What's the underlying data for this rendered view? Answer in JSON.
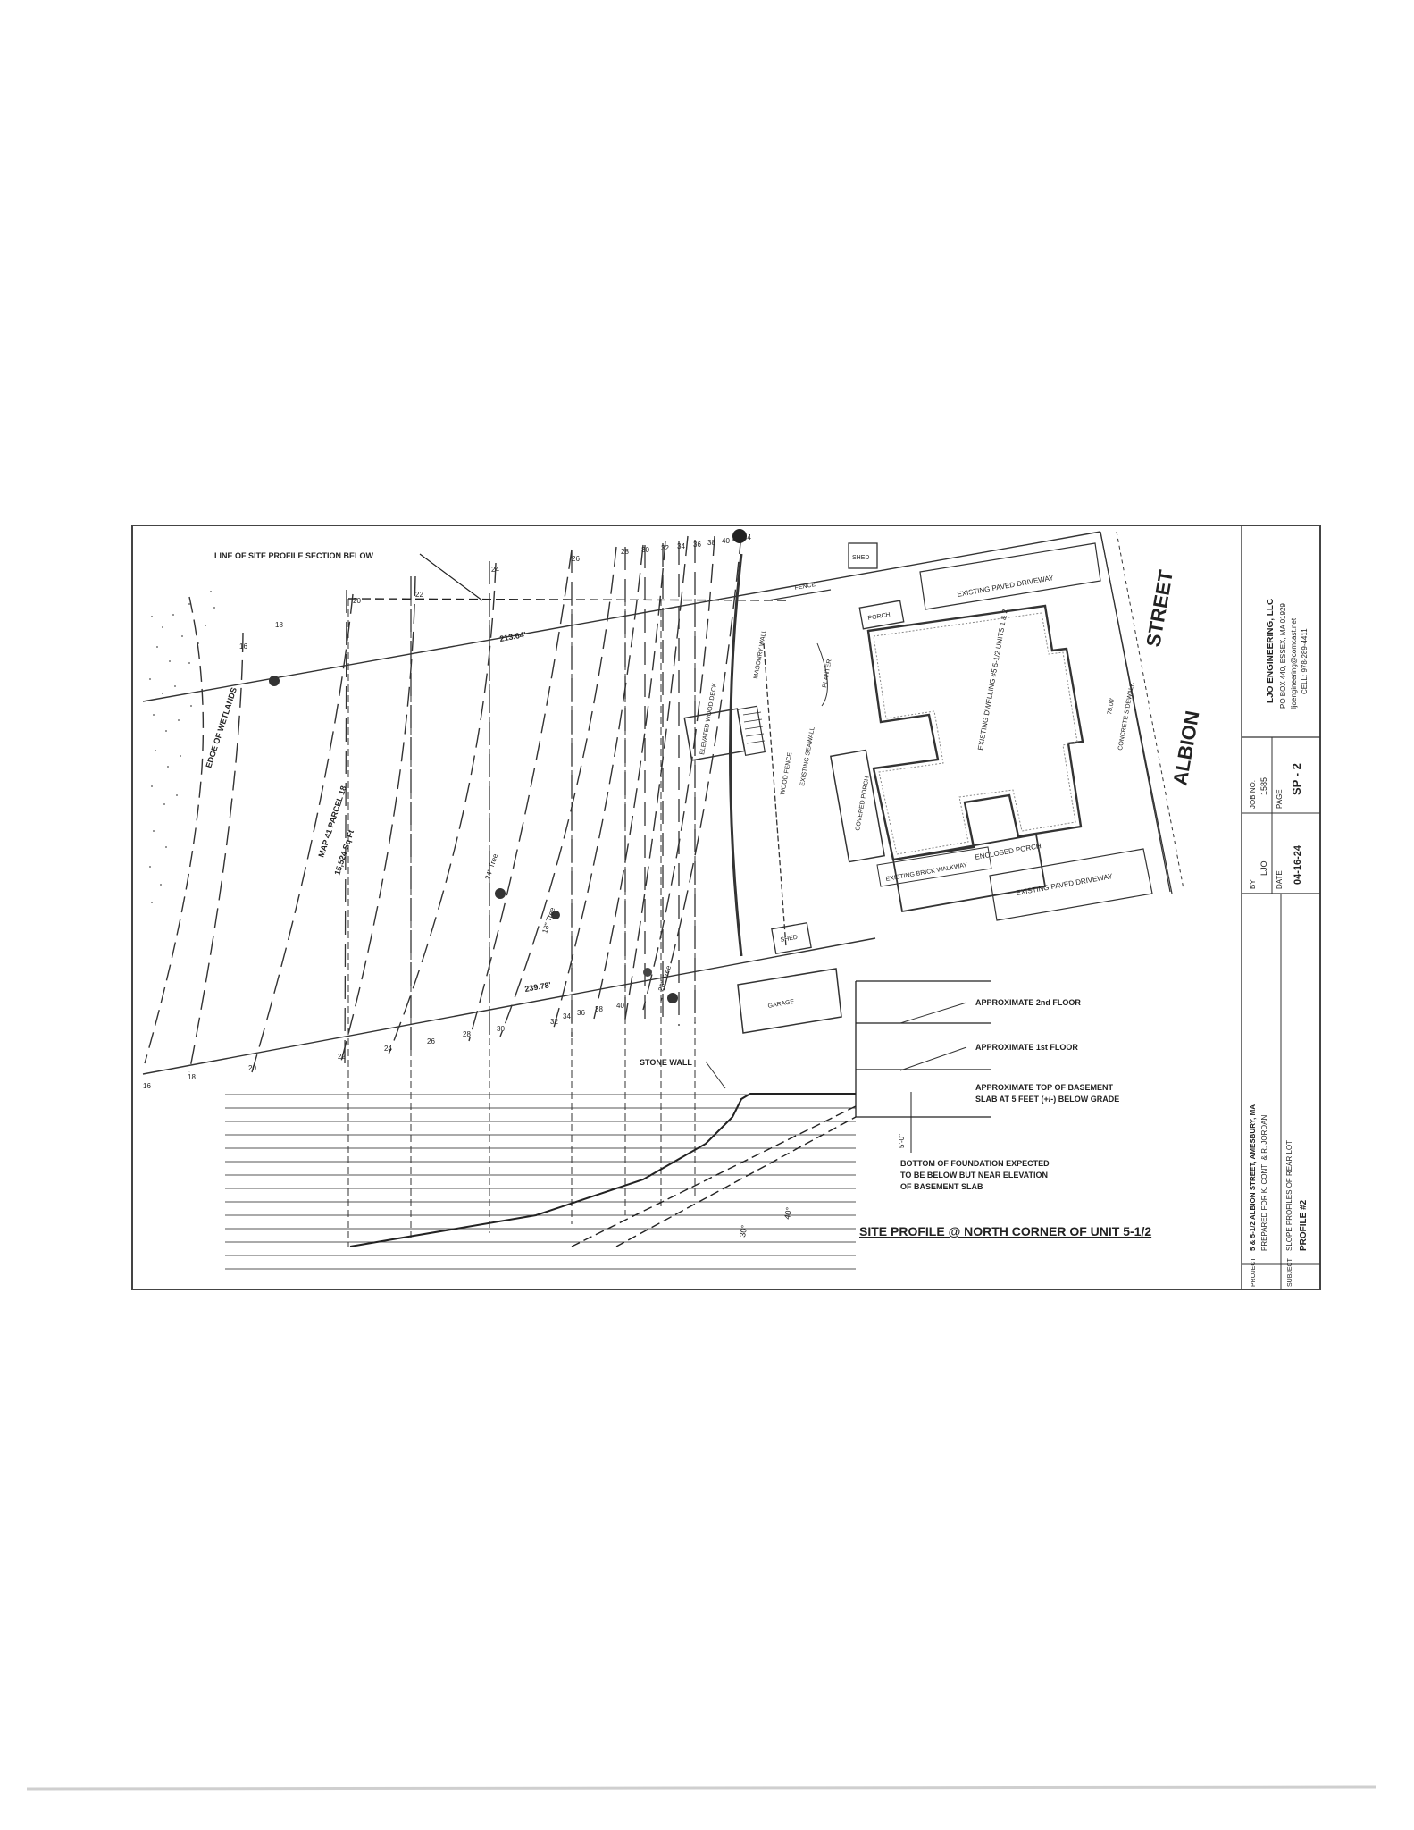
{
  "plan": {
    "section_line_label": "LINE OF SITE PROFILE SECTION BELOW",
    "street_name_1": "ALBION",
    "street_name_2": "STREET",
    "bearing_top": "213.64'",
    "bearing_bottom": "239.78'",
    "labels": {
      "existing_paved_driveway_top": "EXISTING PAVED DRIVEWAY",
      "existing_paved_driveway_bottom": "EXISTING PAVED DRIVEWAY",
      "porch": "PORCH",
      "enclosed_porch": "ENCLOSED PORCH",
      "covered_porch": "COVERED PORCH",
      "existing_dwelling": "EXISTING DWELLING #5 5-1/2 UNITS 1 & 2",
      "existing_brick_walkway": "EXISTING BRICK WALKWAY",
      "concrete_sidewalk": "CONCRETE SIDEWALK",
      "shed_top": "SHED",
      "shed_mid": "SHED",
      "garage": "GARAGE",
      "fence": "FENCE",
      "masonry_wall": "MASONRY WALL",
      "planter": "PLANTER",
      "existing_deck": "ELEVATED WOOD DECK",
      "wood_fence": "WOOD FENCE",
      "existing_seawall": "EXISTING SEAWALL",
      "wetlands": "EDGE OF WETLANDS",
      "map_parcel": "MAP 41 PARCEL 18",
      "area": "15,524 Sq Ft",
      "tree1": "24\" Tree",
      "tree2": "18\" Tree",
      "tree3": "28\" Tree",
      "stone_wall": "STONE WALL",
      "dim_78": "78.00'"
    },
    "contours_top": [
      "16",
      "18",
      "20",
      "22",
      "24",
      "26",
      "28",
      "30",
      "32",
      "34",
      "36",
      "38",
      "40",
      "42",
      "44"
    ],
    "contours_bottom": [
      "16",
      "18",
      "20",
      "22",
      "24",
      "26",
      "28",
      "30",
      "32",
      "34",
      "36",
      "38",
      "40"
    ]
  },
  "profile": {
    "note_2nd_floor": "APPROXIMATE 2nd FLOOR",
    "note_1st_floor": "APPROXIMATE 1st FLOOR",
    "note_basement_1": "APPROXIMATE TOP OF BASEMENT",
    "note_basement_2": "SLAB AT 5 FEET (+/-) BELOW GRADE",
    "note_foundation_1": "BOTTOM OF FOUNDATION EXPECTED",
    "note_foundation_2": "TO BE BELOW BUT NEAR ELEVATION",
    "note_foundation_3": "OF BASEMENT SLAB",
    "dim_5ft": "5'-0\"",
    "slope_1": "30°",
    "slope_2": "40°",
    "title": "SITE PROFILE @ NORTH CORNER OF UNIT 5-1/2"
  },
  "title_block": {
    "company": "LJO ENGINEERING, LLC",
    "address": "PO BOX 440, ESSEX, MA 01929",
    "email": "ljoengineering@comcast.net",
    "cell": "CELL: 978-289-4411",
    "by_label": "BY",
    "by_value": "LJO",
    "date_label": "DATE",
    "date_value": "04-16-24",
    "job_label": "JOB NO.",
    "job_value": "1585",
    "page_label": "PAGE",
    "page_value": "SP - 2",
    "project_label": "PROJECT",
    "project_value": "5 & 5-1/2 ALBION STREET, AMESBURY, MA",
    "prepared_for": "PREPARED FOR K. CONTI & R. JORDAN",
    "subject_label": "SUBJECT",
    "subject_value": "SLOPE PROFILES OF REAR LOT",
    "profile_no": "PROFILE #2"
  }
}
